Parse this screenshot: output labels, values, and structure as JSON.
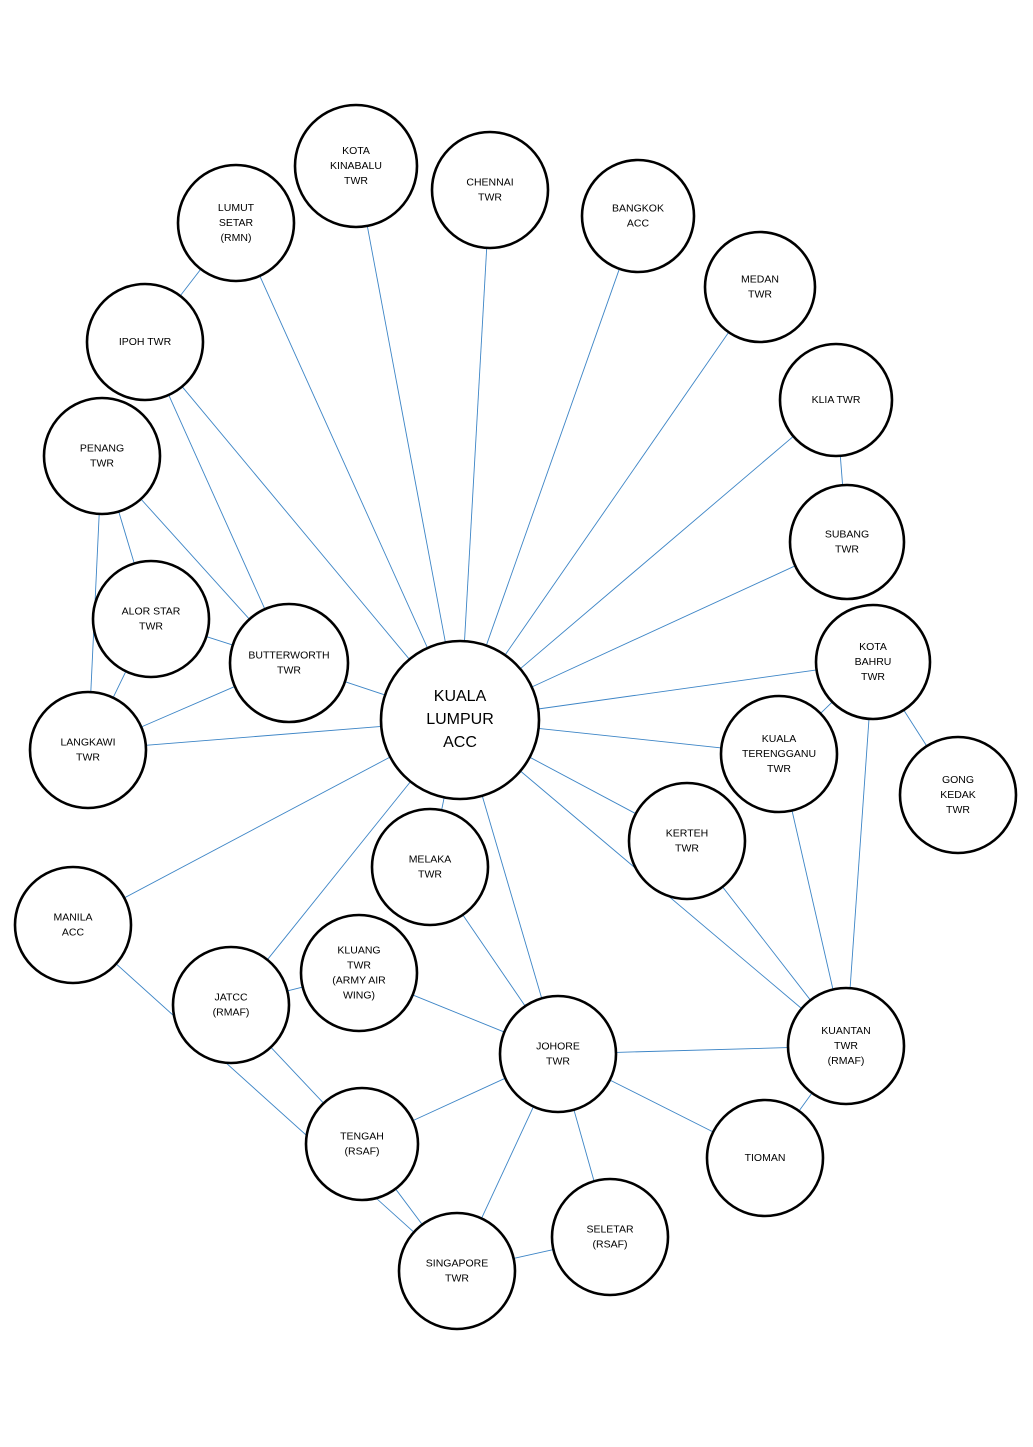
{
  "colors": {
    "edge": "#3d85c6",
    "node_stroke": "#000000",
    "node_fill": "#ffffff",
    "background": "#ffffff"
  },
  "nodes": [
    {
      "id": "kl_acc",
      "lines": [
        "KUALA",
        "LUMPUR",
        "ACC"
      ],
      "hub": true
    },
    {
      "id": "kota_kinabalu",
      "lines": [
        "KOTA",
        "KINABALU",
        "TWR"
      ]
    },
    {
      "id": "chennai",
      "lines": [
        "CHENNAI",
        "TWR"
      ]
    },
    {
      "id": "bangkok",
      "lines": [
        "BANGKOK",
        "ACC"
      ]
    },
    {
      "id": "lumut",
      "lines": [
        "LUMUT",
        "SETAR",
        "(RMN)"
      ]
    },
    {
      "id": "medan",
      "lines": [
        "MEDAN",
        "TWR"
      ]
    },
    {
      "id": "ipoh",
      "lines": [
        "IPOH TWR"
      ]
    },
    {
      "id": "klia",
      "lines": [
        "KLIA TWR"
      ]
    },
    {
      "id": "penang",
      "lines": [
        "PENANG",
        "TWR"
      ]
    },
    {
      "id": "subang",
      "lines": [
        "SUBANG",
        "TWR"
      ]
    },
    {
      "id": "alor_star",
      "lines": [
        "ALOR STAR",
        "TWR"
      ]
    },
    {
      "id": "butterworth",
      "lines": [
        "BUTTERWORTH",
        "TWR"
      ]
    },
    {
      "id": "kota_bahru",
      "lines": [
        "KOTA",
        "BAHRU",
        "TWR"
      ]
    },
    {
      "id": "langkawi",
      "lines": [
        "LANGKAWI",
        "TWR"
      ]
    },
    {
      "id": "kuala_terengganu",
      "lines": [
        "KUALA",
        "TERENGGANU",
        "TWR"
      ]
    },
    {
      "id": "gong_kedak",
      "lines": [
        "GONG",
        "KEDAK",
        "TWR"
      ]
    },
    {
      "id": "kerteh",
      "lines": [
        "KERTEH",
        "TWR"
      ]
    },
    {
      "id": "melaka",
      "lines": [
        "MELAKA",
        "TWR"
      ]
    },
    {
      "id": "manila",
      "lines": [
        "MANILA",
        "ACC"
      ]
    },
    {
      "id": "kluang",
      "lines": [
        "KLUANG",
        "TWR",
        "(ARMY AIR",
        "WING)"
      ]
    },
    {
      "id": "jatcc",
      "lines": [
        "JATCC",
        "(RMAF)"
      ]
    },
    {
      "id": "kuantan",
      "lines": [
        "KUANTAN",
        "TWR",
        "(RMAF)"
      ]
    },
    {
      "id": "johore",
      "lines": [
        "JOHORE",
        "TWR"
      ]
    },
    {
      "id": "tengah",
      "lines": [
        "TENGAH",
        "(RSAF)"
      ]
    },
    {
      "id": "tioman",
      "lines": [
        "TIOMAN"
      ]
    },
    {
      "id": "seletar",
      "lines": [
        "SELETAR",
        "(RSAF)"
      ]
    },
    {
      "id": "singapore",
      "lines": [
        "SINGAPORE",
        "TWR"
      ]
    }
  ],
  "edges": [
    [
      "kl_acc",
      "kota_kinabalu"
    ],
    [
      "kl_acc",
      "chennai"
    ],
    [
      "kl_acc",
      "bangkok"
    ],
    [
      "kl_acc",
      "lumut"
    ],
    [
      "kl_acc",
      "medan"
    ],
    [
      "kl_acc",
      "ipoh"
    ],
    [
      "kl_acc",
      "klia"
    ],
    [
      "kl_acc",
      "subang"
    ],
    [
      "kl_acc",
      "kota_bahru"
    ],
    [
      "kl_acc",
      "butterworth"
    ],
    [
      "kl_acc",
      "langkawi"
    ],
    [
      "kl_acc",
      "kuala_terengganu"
    ],
    [
      "kl_acc",
      "kerteh"
    ],
    [
      "kl_acc",
      "melaka"
    ],
    [
      "kl_acc",
      "manila"
    ],
    [
      "kl_acc",
      "jatcc"
    ],
    [
      "kl_acc",
      "johore"
    ],
    [
      "kl_acc",
      "kuantan"
    ],
    [
      "lumut",
      "ipoh"
    ],
    [
      "ipoh",
      "butterworth"
    ],
    [
      "penang",
      "butterworth"
    ],
    [
      "penang",
      "alor_star"
    ],
    [
      "penang",
      "langkawi"
    ],
    [
      "alor_star",
      "butterworth"
    ],
    [
      "alor_star",
      "langkawi"
    ],
    [
      "butterworth",
      "langkawi"
    ],
    [
      "klia",
      "subang"
    ],
    [
      "kota_bahru",
      "gong_kedak"
    ],
    [
      "kota_bahru",
      "kuala_terengganu"
    ],
    [
      "kota_bahru",
      "kuantan"
    ],
    [
      "kuala_terengganu",
      "kuantan"
    ],
    [
      "kerteh",
      "kuantan"
    ],
    [
      "melaka",
      "johore"
    ],
    [
      "kluang",
      "johore"
    ],
    [
      "kluang",
      "jatcc"
    ],
    [
      "jatcc",
      "tengah"
    ],
    [
      "johore",
      "kuantan"
    ],
    [
      "johore",
      "tengah"
    ],
    [
      "johore",
      "tioman"
    ],
    [
      "johore",
      "seletar"
    ],
    [
      "johore",
      "singapore"
    ],
    [
      "kuantan",
      "tioman"
    ],
    [
      "tengah",
      "singapore"
    ],
    [
      "seletar",
      "singapore"
    ],
    [
      "manila",
      "singapore"
    ]
  ]
}
